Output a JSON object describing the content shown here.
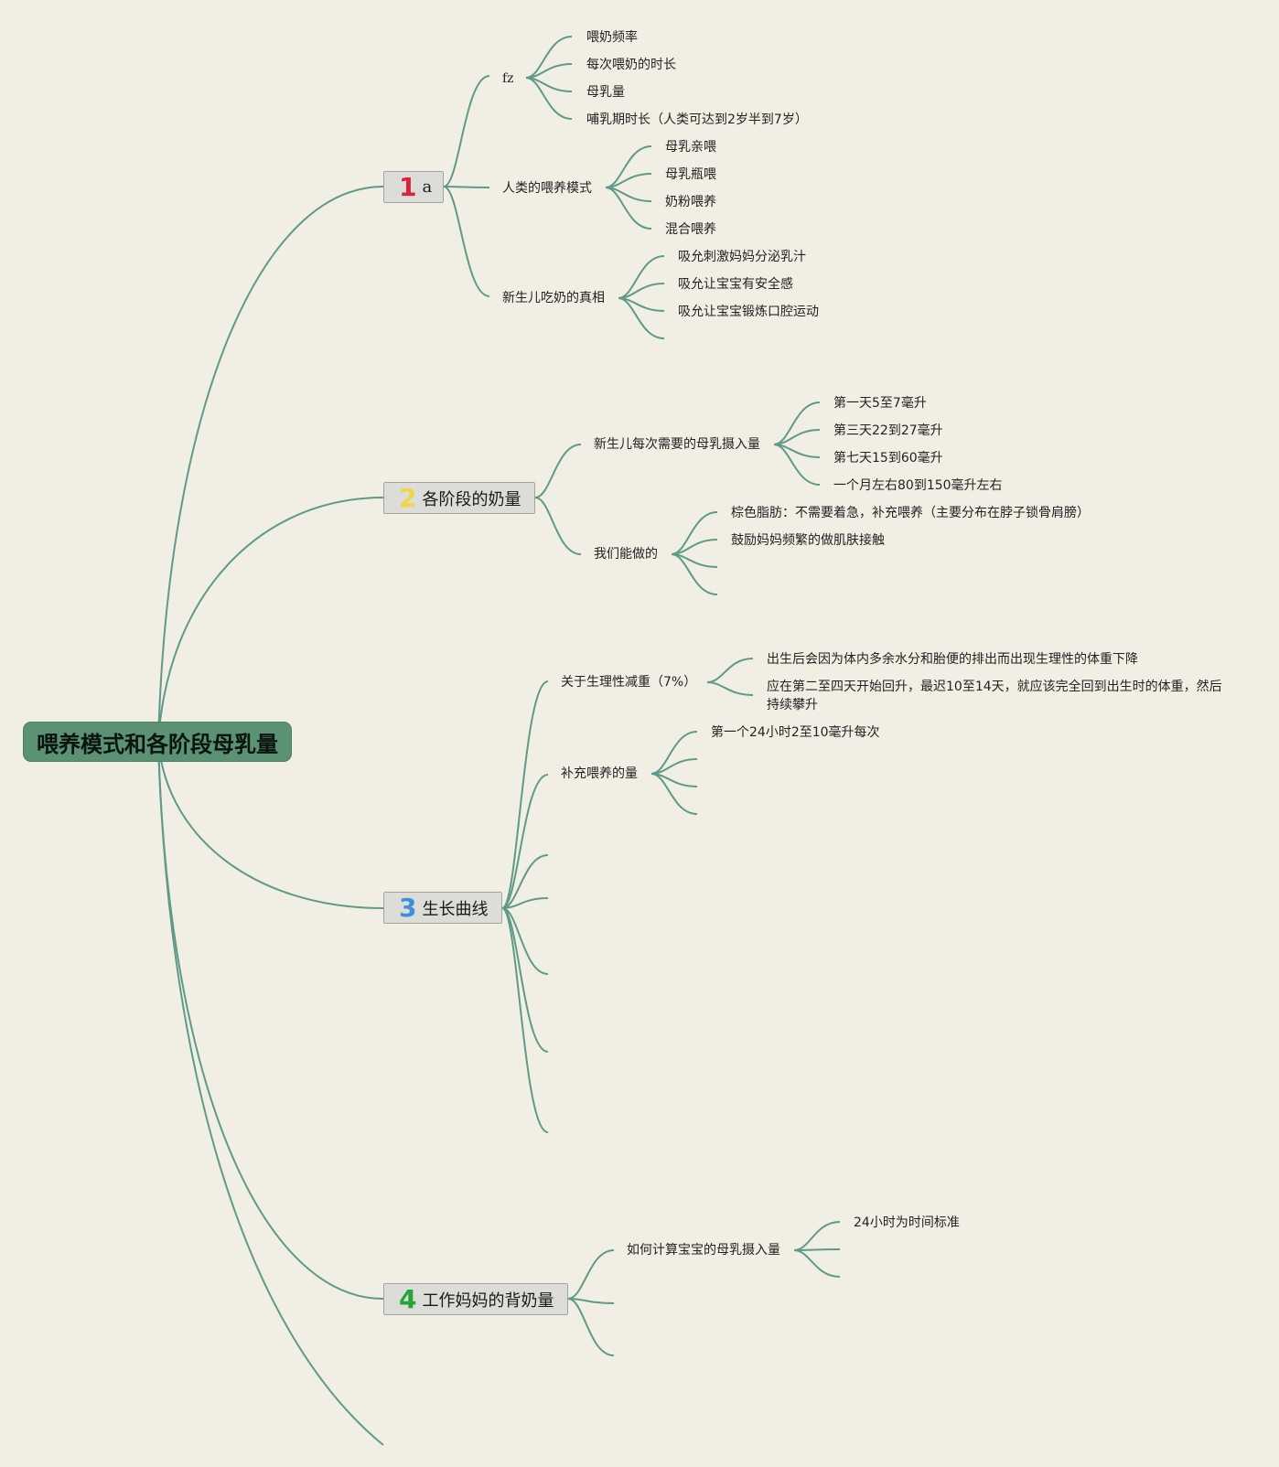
{
  "root": {
    "title": "喂养模式和各阶段母乳量"
  },
  "colors": {
    "line": "#5f9a88",
    "num1": "#d8243a",
    "num2": "#f2d44a",
    "num3": "#3c8fd8",
    "num4": "#27a33a"
  },
  "topics": [
    {
      "num": "1",
      "label": "a",
      "children": [
        {
          "label": "fz",
          "children": [
            "喂奶频率",
            "每次喂奶的时长",
            "母乳量",
            "哺乳期时长（人类可达到2岁半到7岁）"
          ]
        },
        {
          "label": "人类的喂养模式",
          "children": [
            "母乳亲喂",
            "母乳瓶喂",
            "奶粉喂养",
            "混合喂养"
          ]
        },
        {
          "label": "新生儿吃奶的真相",
          "children": [
            "吸允刺激妈妈分泌乳汁",
            "吸允让宝宝有安全感",
            "吸允让宝宝锻炼口腔运动"
          ]
        }
      ]
    },
    {
      "num": "2",
      "label": "各阶段的奶量",
      "children": [
        {
          "label": "新生儿每次需要的母乳摄入量",
          "children": [
            "第一天5至7毫升",
            "第三天22到27毫升",
            "第七天15到60毫升",
            "一个月左右80到150毫升左右"
          ]
        },
        {
          "label": "我们能做的",
          "children": [
            "棕色脂肪：不需要着急，补充喂养（主要分布在脖子锁骨肩膀）",
            "鼓励妈妈频繁的做肌肤接触"
          ]
        }
      ]
    },
    {
      "num": "3",
      "label": "生长曲线",
      "children": [
        {
          "label": "关于生理性减重（7%）",
          "children": [
            "出生后会因为体内多余水分和胎便的排出而出现生理性的体重下降",
            "应在第二至四天开始回升，最迟10至14天，就应该完全回到出生时的体重，然后持续攀升"
          ]
        },
        {
          "label": "补充喂养的量",
          "children": [
            "第一个24小时2至10毫升每次"
          ]
        }
      ]
    },
    {
      "num": "4",
      "label": "工作妈妈的背奶量",
      "children": [
        {
          "label": "如何计算宝宝的母乳摄入量",
          "children": [
            "24小时为时间标准"
          ]
        }
      ]
    }
  ]
}
